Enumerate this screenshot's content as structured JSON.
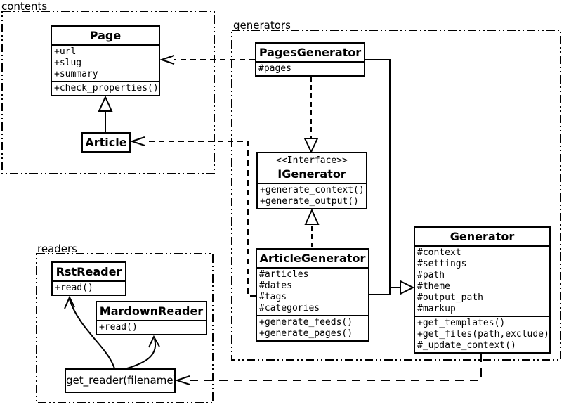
{
  "colors": {
    "stroke": "#000000",
    "background": "#ffffff"
  },
  "packages": {
    "contents": {
      "label": "contents"
    },
    "generators": {
      "label": "generators"
    },
    "readers": {
      "label": "readers"
    }
  },
  "classes": {
    "page": {
      "name": "Page",
      "attributes": [
        "+url",
        "+slug",
        "+summary"
      ],
      "methods": [
        "+check_properties()"
      ]
    },
    "article": {
      "name": "Article"
    },
    "pages_generator": {
      "name": "PagesGenerator",
      "attributes": [
        "#pages"
      ]
    },
    "igenerator": {
      "stereotype": "<<Interface>>",
      "name": "IGenerator",
      "methods": [
        "+generate_context()",
        "+generate_output()"
      ]
    },
    "article_generator": {
      "name": "ArticleGenerator",
      "attributes": [
        "#articles",
        "#dates",
        "#tags",
        "#categories"
      ],
      "methods": [
        "+generate_feeds()",
        "+generate_pages()"
      ]
    },
    "generator": {
      "name": "Generator",
      "attributes": [
        "#context",
        "#settings",
        "#path",
        "#theme",
        "#output_path",
        "#markup"
      ],
      "methods": [
        "+get_templates()",
        "+get_files(path,exclude)",
        "#_update_context()"
      ]
    },
    "rst_reader": {
      "name": "RstReader",
      "methods": [
        "+read()"
      ]
    },
    "mardown_reader": {
      "name": "MardownReader",
      "methods": [
        "+read()"
      ]
    }
  },
  "functions": {
    "get_reader": {
      "label": "get_reader(filename)"
    }
  },
  "relationships": [
    {
      "from": "Article",
      "to": "Page",
      "type": "generalization"
    },
    {
      "from": "PagesGenerator",
      "to": "IGenerator",
      "type": "realization"
    },
    {
      "from": "ArticleGenerator",
      "to": "IGenerator",
      "type": "realization"
    },
    {
      "from": "PagesGenerator",
      "to": "Generator",
      "type": "generalization"
    },
    {
      "from": "ArticleGenerator",
      "to": "Generator",
      "type": "generalization"
    },
    {
      "from": "PagesGenerator",
      "to": "Page",
      "type": "dependency"
    },
    {
      "from": "ArticleGenerator",
      "to": "Article",
      "type": "dependency"
    },
    {
      "from": "Generator",
      "to": "get_reader(filename)",
      "type": "dependency"
    },
    {
      "from": "get_reader(filename)",
      "to": "RstReader",
      "type": "arrow"
    },
    {
      "from": "get_reader(filename)",
      "to": "MardownReader",
      "type": "arrow"
    }
  ]
}
